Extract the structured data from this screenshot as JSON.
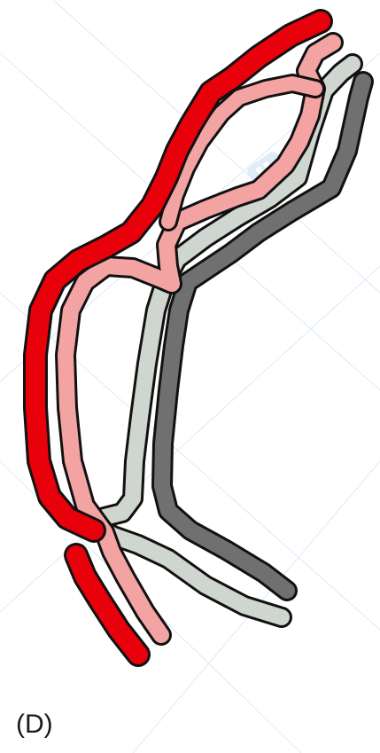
{
  "figure": {
    "panel_label": "(D)",
    "strands": [
      {
        "name": "red-strand",
        "color": "#e8000b"
      },
      {
        "name": "pink-strand",
        "color": "#f4a3a3"
      },
      {
        "name": "light-gray-strand",
        "color": "#cfd6cf"
      },
      {
        "name": "dark-gray-strand",
        "color": "#6f706f"
      }
    ],
    "outline_color": "#111111",
    "watermark_color": "#cfe2f6"
  }
}
